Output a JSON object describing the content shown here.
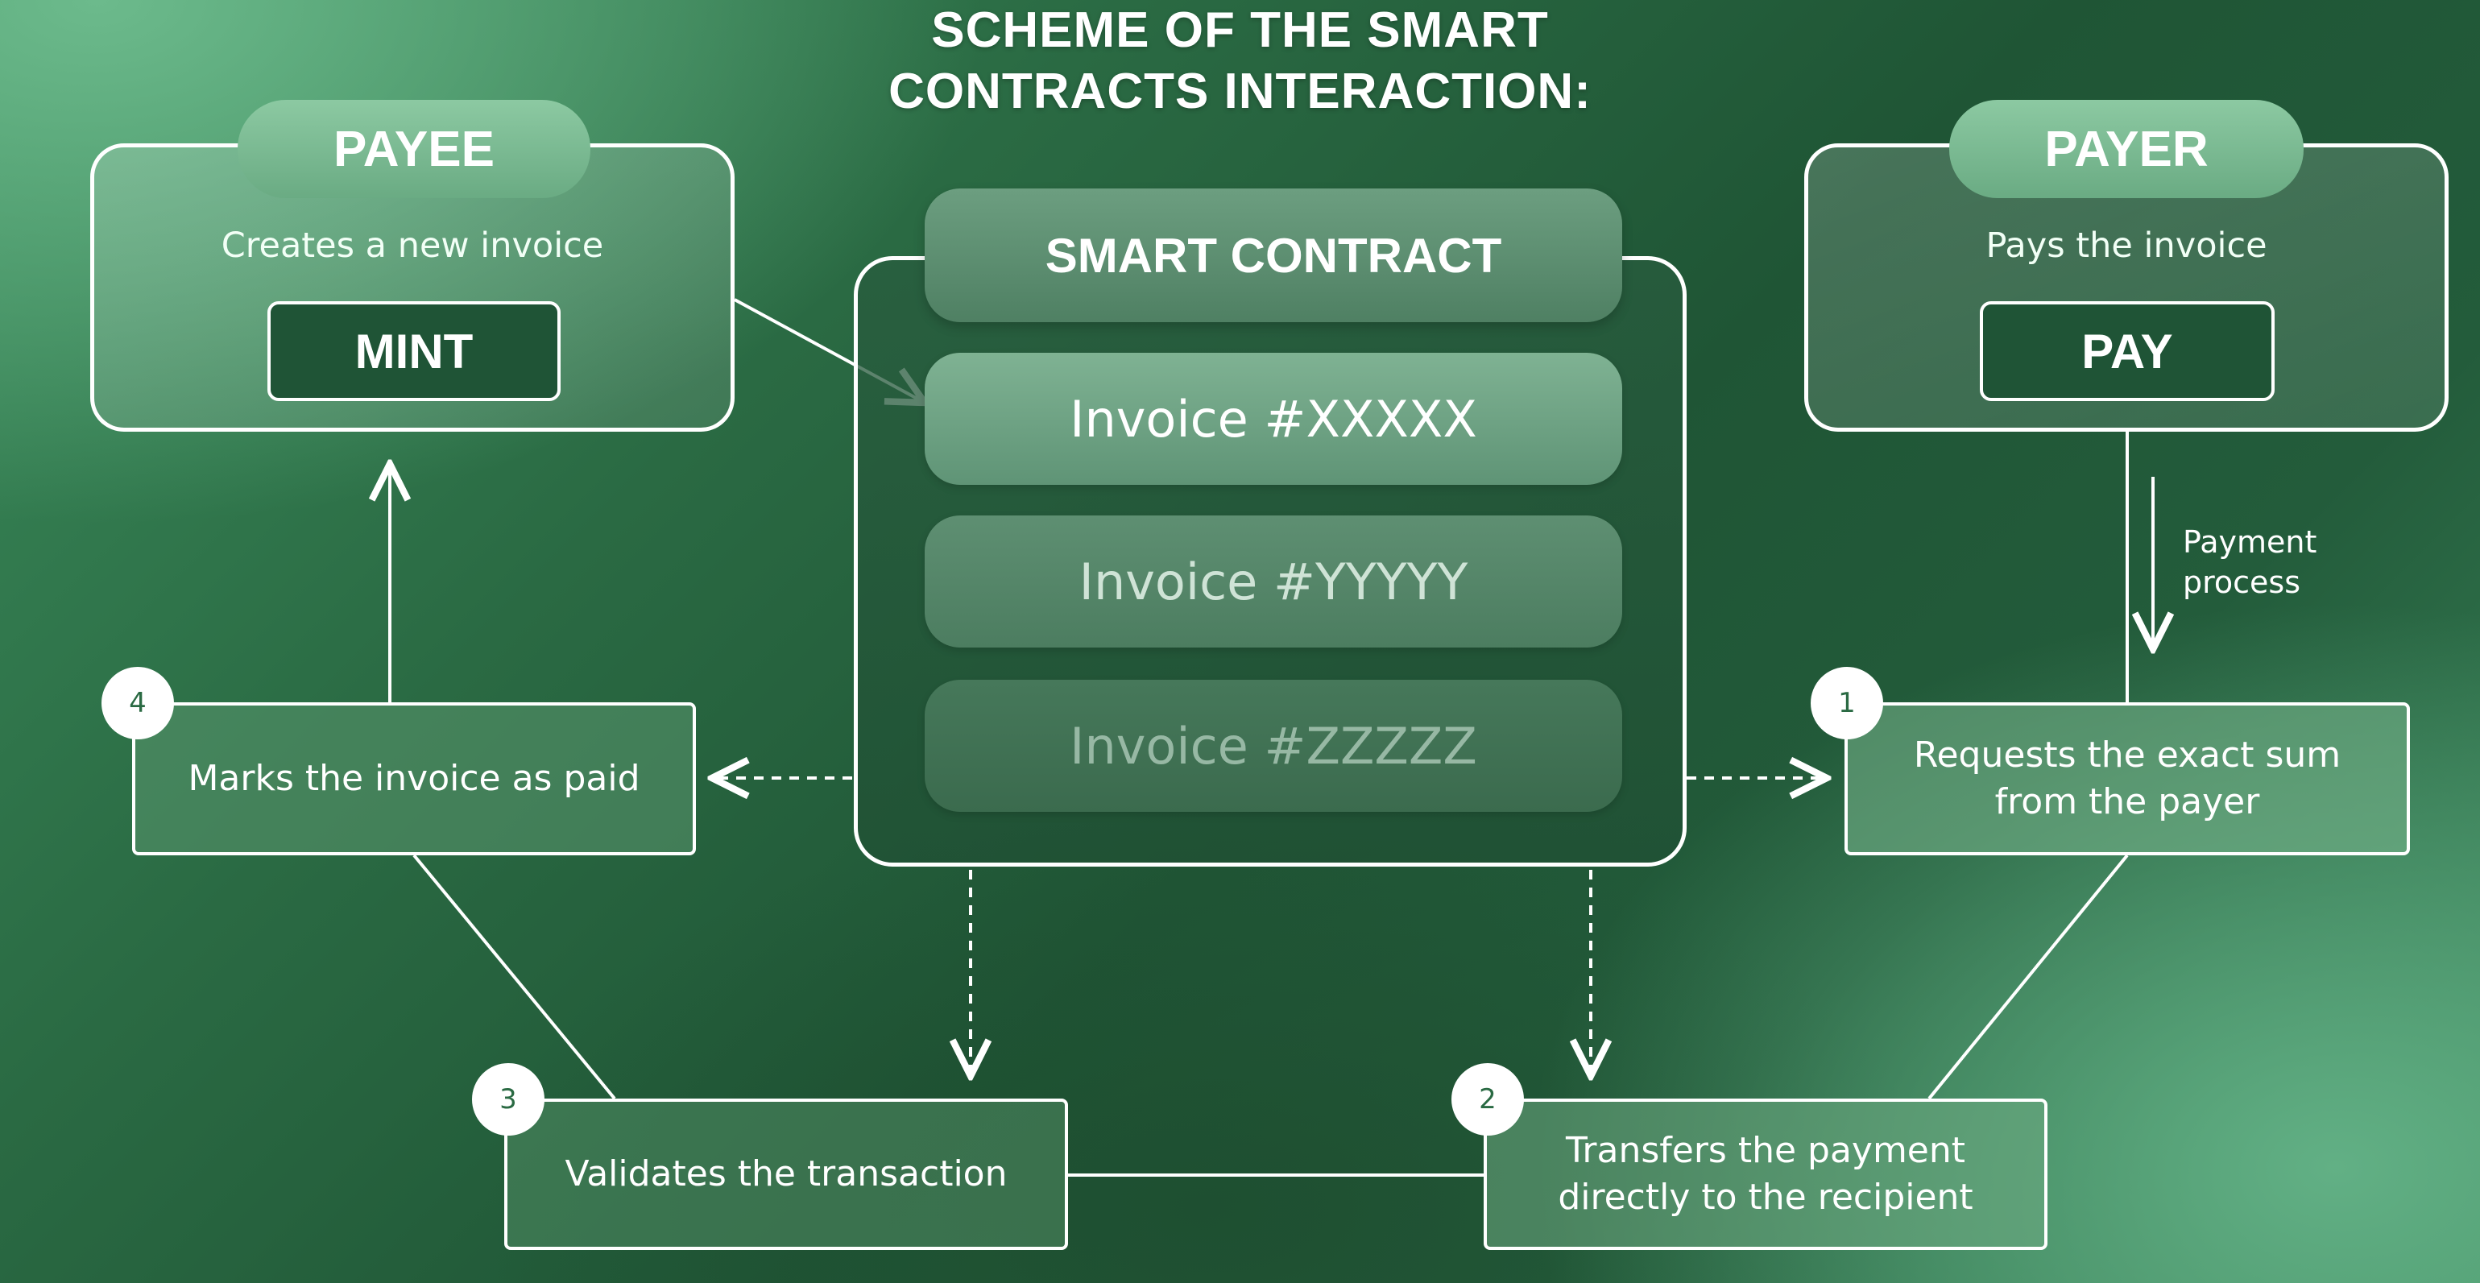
{
  "title": {
    "line1": "SCHEME OF THE SMART",
    "line2": "CONTRACTS INTERACTION:"
  },
  "payee": {
    "label": "PAYEE",
    "caption": "Creates a new invoice",
    "action": "MINT"
  },
  "payer": {
    "label": "PAYER",
    "caption": "Pays the invoice",
    "action": "PAY"
  },
  "smart_contract": {
    "label": "SMART CONTRACT",
    "invoices": [
      "Invoice #XXXXX",
      "Invoice #YYYYY",
      "Invoice #ZZZZZ"
    ]
  },
  "payment_note": {
    "line1": "Payment",
    "line2": "process"
  },
  "steps": {
    "s1": {
      "number": "1",
      "line1": "Requests the exact sum",
      "line2": "from the payer"
    },
    "s2": {
      "number": "2",
      "line1": "Transfers the payment",
      "line2": "directly to the recipient"
    },
    "s3": {
      "number": "3",
      "line1": "Validates the transaction"
    },
    "s4": {
      "number": "4",
      "line1": "Marks the invoice as paid"
    }
  },
  "colors": {
    "stroke": "#ffffff",
    "dark_green": "#1f5436",
    "badge_text": "#2a6a43"
  }
}
